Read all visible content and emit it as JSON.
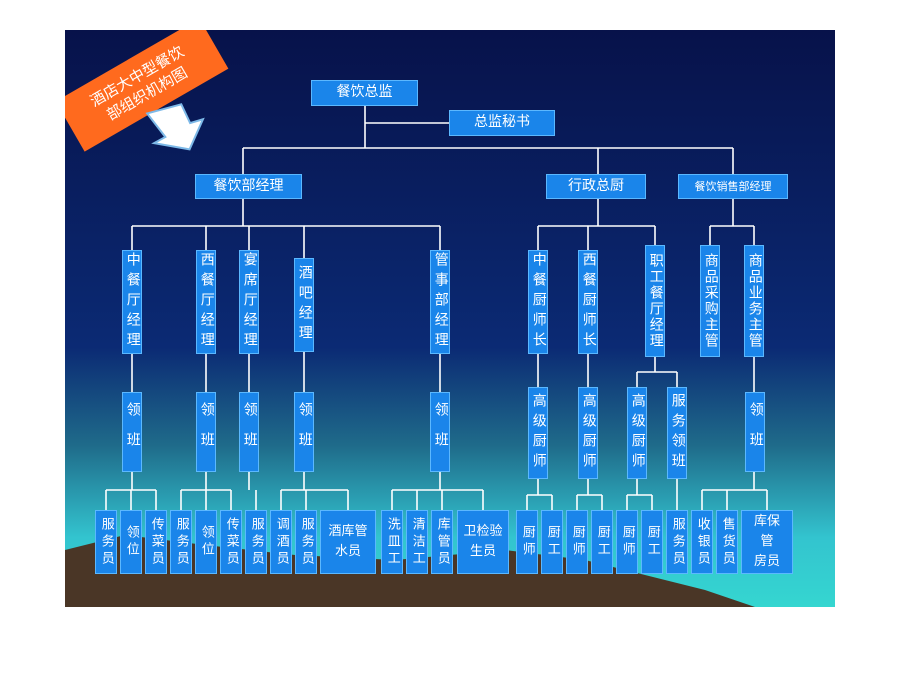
{
  "title": {
    "line1": "酒店大中型餐饮",
    "line2": "部组织机构图"
  },
  "top": {
    "director": "餐饮总监",
    "secretary": "总监秘书"
  },
  "level2": {
    "fb_manager": "餐饮部经理",
    "exec_chef": "行政总厨",
    "sales_manager": "餐饮销售部经理"
  },
  "managers": [
    {
      "id": "m1",
      "label": "中餐厅经理"
    },
    {
      "id": "m2",
      "label": "西餐厅经理"
    },
    {
      "id": "m3",
      "label": "宴席厅经理"
    },
    {
      "id": "m4",
      "label": "酒吧经理"
    },
    {
      "id": "m5",
      "label": "管事部经理"
    },
    {
      "id": "m6",
      "label": "中餐厨师长"
    },
    {
      "id": "m7",
      "label": "西餐厨师长"
    },
    {
      "id": "m8",
      "label": "职工餐厅经理"
    },
    {
      "id": "m9",
      "label": "商品采购主管"
    },
    {
      "id": "m10",
      "label": "商品业务主管"
    }
  ],
  "supervisors": [
    {
      "id": "s1",
      "label": "领班"
    },
    {
      "id": "s2",
      "label": "领班"
    },
    {
      "id": "s3",
      "label": "领班"
    },
    {
      "id": "s4",
      "label": "领班"
    },
    {
      "id": "s5",
      "label": "领班"
    },
    {
      "id": "s6",
      "label": "高级厨师"
    },
    {
      "id": "s7",
      "label": "高级厨师"
    },
    {
      "id": "s8",
      "label": "高级厨师"
    },
    {
      "id": "s9",
      "label": "服务领班"
    },
    {
      "id": "s10",
      "label": "领班"
    }
  ],
  "staff": [
    {
      "id": "b1",
      "label": "服务员"
    },
    {
      "id": "b2",
      "label": "领位"
    },
    {
      "id": "b3",
      "label": "传菜员"
    },
    {
      "id": "b4",
      "label": "服务员"
    },
    {
      "id": "b5",
      "label": "领位"
    },
    {
      "id": "b6",
      "label": "传菜员"
    },
    {
      "id": "b7",
      "label": "服务员"
    },
    {
      "id": "b8",
      "label": "调酒员"
    },
    {
      "id": "b9",
      "label": "服务员"
    },
    {
      "id": "b10",
      "label": "酒库管\n水员"
    },
    {
      "id": "b11",
      "label": "洗皿工"
    },
    {
      "id": "b12",
      "label": "清洁工"
    },
    {
      "id": "b13",
      "label": "库管员"
    },
    {
      "id": "b14",
      "label": "卫检验\n生员"
    },
    {
      "id": "b15",
      "label": "厨师"
    },
    {
      "id": "b16",
      "label": "厨工"
    },
    {
      "id": "b17",
      "label": "厨师"
    },
    {
      "id": "b18",
      "label": "厨工"
    },
    {
      "id": "b19",
      "label": "厨师"
    },
    {
      "id": "b20",
      "label": "厨工"
    },
    {
      "id": "b21",
      "label": "服务员"
    },
    {
      "id": "b22",
      "label": "收银员"
    },
    {
      "id": "b23",
      "label": "售货员"
    },
    {
      "id": "b24",
      "label": "库保\n管\n房员"
    }
  ]
}
